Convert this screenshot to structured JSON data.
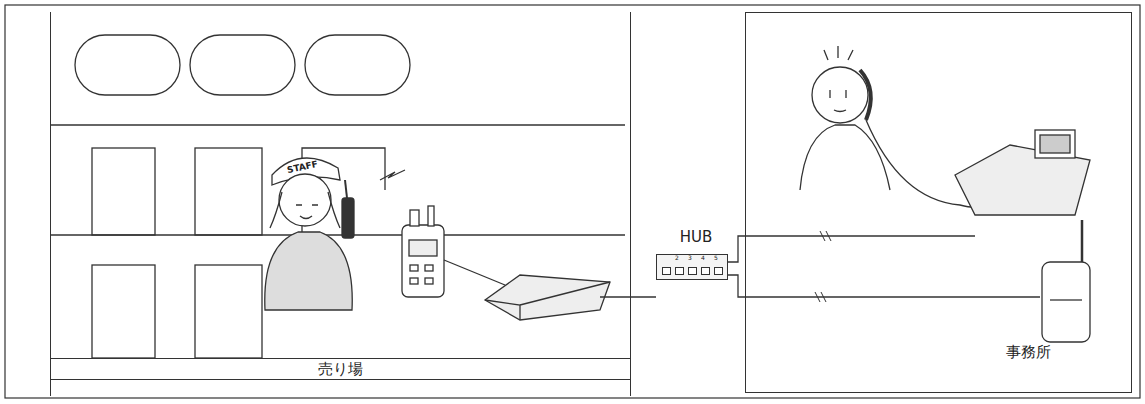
{
  "diagram": {
    "nodes": [
      {
        "text": [
          "売り場"
        ]
      },
      {
        "text": [
          "事務所"
        ]
      },
      {
        "text": [
          "HUB"
        ]
      }
    ],
    "labels": [
      "STAFF",
      "2",
      "3",
      "4",
      "5"
    ]
  }
}
